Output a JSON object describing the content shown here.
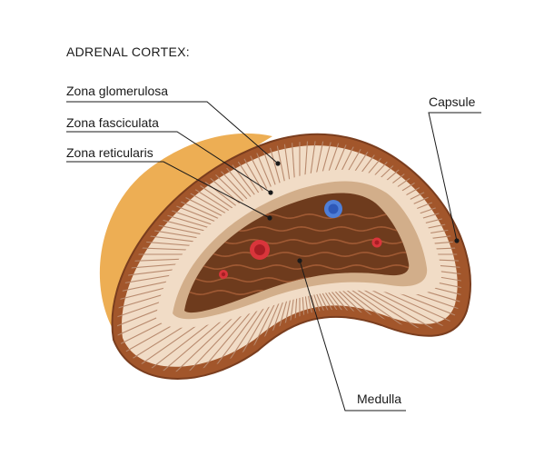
{
  "title": "ADRENAL CORTEX:",
  "labels": {
    "zona_glomerulosa": "Zona glomerulosa",
    "zona_fasciculata": "Zona fasciculata",
    "zona_reticularis": "Zona reticularis",
    "capsule": "Capsule",
    "medulla": "Medulla"
  },
  "colors": {
    "outer_gland": "#EDAE54",
    "capsule": "#A2562B",
    "capsule_outline": "#7A3D1E",
    "glomerulosa": "#F1DCC6",
    "fasciculata_stripes": "#B88A6E",
    "fasciculata_band": "#F1DCC6",
    "reticularis": "#D2AE8A",
    "medulla": "#6E3B1D",
    "medulla_waves": "#A05A34",
    "vessel_red": "#D9353B",
    "vessel_blue": "#4F7FD8"
  }
}
